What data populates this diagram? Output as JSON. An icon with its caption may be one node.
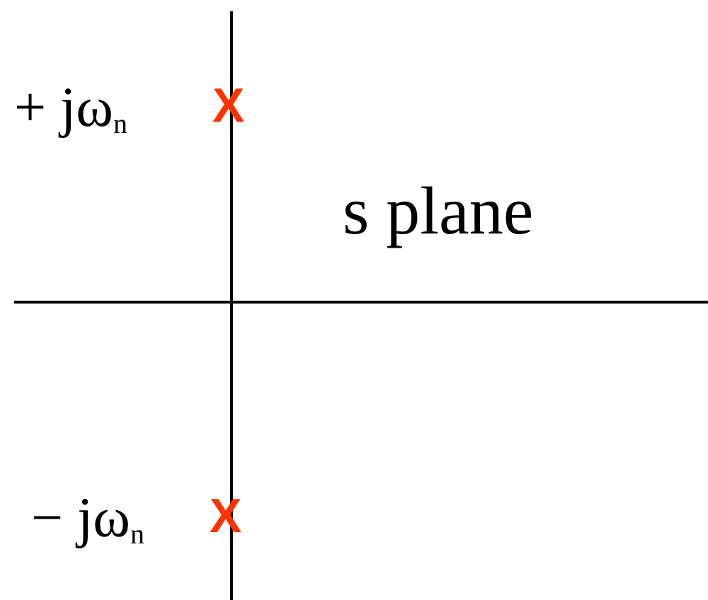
{
  "diagram": {
    "labels": [
      "+ jω$_{n}$",
      "X",
      "s plane",
      "− jω$_{n}$",
      "X"
    ]
  }
}
